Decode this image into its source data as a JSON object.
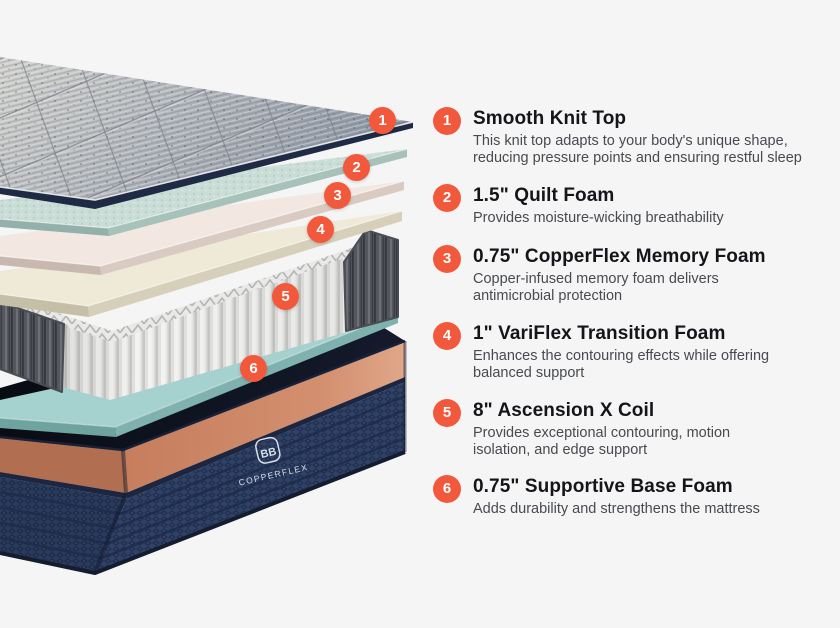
{
  "background_color": "#f5f5f6",
  "accent_color": "#f2593c",
  "legend": {
    "items": [
      {
        "number": "1",
        "title": "Smooth Knit Top",
        "description": "This knit top adapts to your body's unique shape,\nreducing pressure points and ensuring restful sleep"
      },
      {
        "number": "2",
        "title": "1.5\" Quilt Foam",
        "description": "Provides moisture-wicking breathability"
      },
      {
        "number": "3",
        "title": "0.75\" CopperFlex Memory Foam",
        "description": "Copper-infused memory foam delivers\nantimicrobial protection"
      },
      {
        "number": "4",
        "title": "1\" VariFlex Transition Foam",
        "description": "Enhances the contouring effects while offering\nbalanced support"
      },
      {
        "number": "5",
        "title": "8\" Ascension X Coil",
        "description": "Provides exceptional contouring, motion\nisolation, and edge support"
      },
      {
        "number": "6",
        "title": "0.75\" Supportive Base Foam",
        "description": "Adds durability and strengthens the mattress"
      }
    ]
  },
  "diagram": {
    "brand": {
      "monogram": "BB",
      "name": "COPPERFLEX"
    },
    "layer_colors": {
      "quilt_binding": "#1f2a44",
      "quilt_foam_top": "#cbddd7",
      "memory_foam_top": "#f2e8e1",
      "transition_foam_top": "#efe9d8",
      "coil_fabric": "#f3f3f2",
      "coil_end_cap": "#54585e",
      "base_foam_top": "#a5d1ce",
      "copper_band": "#c67e5d",
      "base_fabric": "#2f4166",
      "base_top_shadow": "#0a0d15"
    }
  }
}
